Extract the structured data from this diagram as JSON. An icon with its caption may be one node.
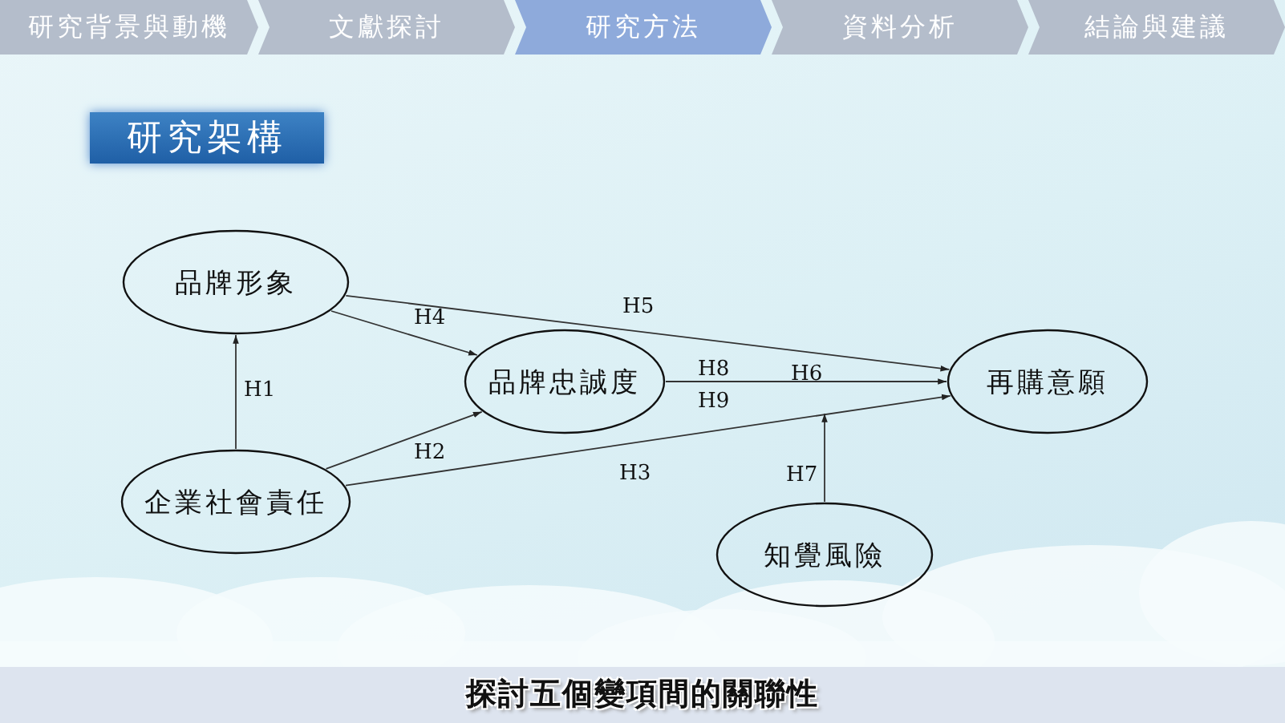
{
  "diagram": {
    "title": "研究架構",
    "caption": "探討五個變項間的關聯性",
    "nodes": [
      {
        "text": [
          "研究背景與動機"
        ]
      },
      {
        "text": [
          "文獻探討"
        ]
      },
      {
        "text": [
          "研究方法"
        ]
      },
      {
        "text": [
          "資料分析"
        ]
      },
      {
        "text": [
          "結論與建議"
        ]
      },
      {
        "text": [
          "品牌形象"
        ]
      },
      {
        "text": [
          "品牌忠誠度"
        ]
      },
      {
        "text": [
          "再購意願"
        ]
      },
      {
        "text": [
          "企業社會責任"
        ]
      },
      {
        "text": [
          "知覺風險"
        ]
      }
    ],
    "edges": [
      {
        "from": 8,
        "to": 5,
        "arrow": "to",
        "label": "H1"
      },
      {
        "from": 5,
        "to": 6,
        "arrow": "to",
        "label": "H4"
      },
      {
        "from": 5,
        "to": 7,
        "arrow": "to",
        "label": "H5"
      },
      {
        "from": 8,
        "to": 6,
        "arrow": "to",
        "label": "H2"
      },
      {
        "from": 8,
        "to": 7,
        "arrow": "to",
        "label": "H3"
      },
      {
        "from": 6,
        "to": 7,
        "arrow": "to",
        "label": "H6"
      },
      {
        "from": 9,
        "to": null,
        "arrow": "to",
        "label": "H7"
      }
    ],
    "labels": [
      "H8",
      "H9"
    ]
  }
}
